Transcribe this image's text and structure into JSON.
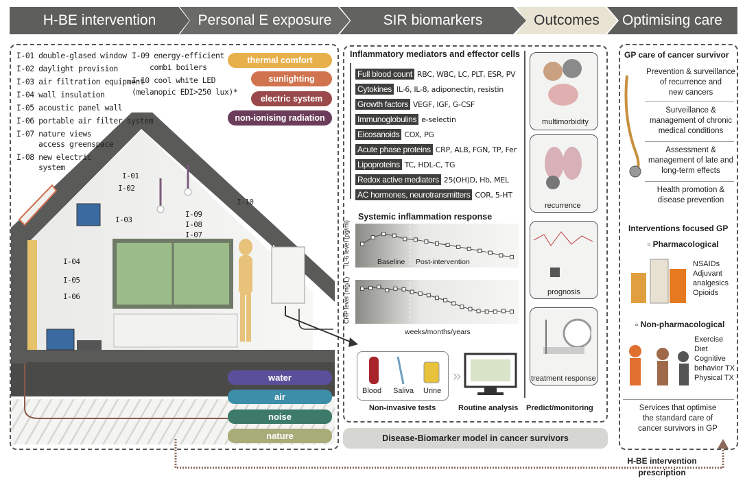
{
  "stages": [
    "H-BE intervention",
    "Personal E exposure",
    "SIR biomarkers",
    "Outcomes",
    "Optimising care"
  ],
  "interventions": {
    "left": [
      "I-01  double-glased window",
      "I-02  daylight provision",
      "I-03  air filtration equipment",
      "I-04  wall insulation",
      "I-05  acoustic panel wall",
      "I-06  portable air filter system",
      "I-07  nature views",
      "access greenspace",
      "I-08  new electric",
      "system"
    ],
    "right": [
      "I-09 energy-efficient",
      "combi boilers",
      "I-10  cool white LED",
      "(melanopic EDI>250 lux)*"
    ]
  },
  "exposure_pills": [
    "thermal comfort",
    "sunlighting",
    "electric system",
    "non-ionising radiation"
  ],
  "env_pills": [
    "water",
    "air",
    "noise",
    "nature"
  ],
  "house_labels": [
    "I-01",
    "I-02",
    "I-03",
    "I-04",
    "I-05",
    "I-06",
    "I-07",
    "I-08",
    "I-09",
    "I-10"
  ],
  "biomarkers": {
    "title": "Inflammatory mediators and effector cells",
    "rows": [
      {
        "cat": "Full blood count",
        "items": "RBC, WBC, LC, PLT, ESR, PV"
      },
      {
        "cat": "Cytokines",
        "items": "IL-6, IL-8, adiponectin, resistin"
      },
      {
        "cat": "Growth factors",
        "items": "VEGF, IGF, G-CSF"
      },
      {
        "cat": "Immunoglobulins",
        "items": "e-selectin"
      },
      {
        "cat": "Eicosanoids",
        "items": "COX, PG"
      },
      {
        "cat": "Acute phase proteins",
        "items": "CRP, ALB, FGN, TP, Fer"
      },
      {
        "cat": "Lipoproteins",
        "items": "TC, HDL-C, TG"
      },
      {
        "cat": "Redox active mediators",
        "items": "25(OH)D, Hb, MEL"
      },
      {
        "cat": "AC hormones, neurotransmitters",
        "items": "COR, 5-HT"
      }
    ]
  },
  "response": {
    "title": "Systemic inflammation response",
    "il6_ylabel": "IL-6 level (pg/ml)",
    "crp_ylabel": "CRP level (mg/L)",
    "baseline": "Baseline",
    "post": "Post-intervention",
    "xlabel": "weeks/months/years"
  },
  "chart_data": [
    {
      "type": "line",
      "title": "",
      "ylabel": "IL-6 level (pg/ml)",
      "x": [
        1,
        2,
        3,
        4,
        5,
        6,
        7,
        8,
        9,
        10,
        11,
        12,
        13,
        14,
        15
      ],
      "values": [
        0.55,
        0.75,
        0.85,
        0.8,
        0.7,
        0.68,
        0.62,
        0.56,
        0.52,
        0.46,
        0.4,
        0.34,
        0.28,
        0.2,
        0.15
      ]
    },
    {
      "type": "line",
      "title": "",
      "ylabel": "CRP level (mg/L)",
      "xlabel": "weeks/months/years",
      "x": [
        1,
        2,
        3,
        4,
        5,
        6,
        7,
        8,
        9,
        10,
        11,
        12,
        13,
        14,
        15,
        16,
        17,
        18,
        19
      ],
      "values": [
        0.9,
        0.92,
        0.95,
        0.85,
        0.9,
        0.88,
        0.8,
        0.75,
        0.7,
        0.62,
        0.55,
        0.45,
        0.35,
        0.28,
        0.22,
        0.2,
        0.2,
        0.22,
        0.2
      ]
    }
  ],
  "tests": {
    "samples": [
      "Blood",
      "Saliva",
      "Urine"
    ],
    "noninvasive": "Non-invasive tests",
    "routine": "Routine analysis",
    "predict": "Predict/monitoring"
  },
  "model_label": "Disease-Biomarker model in cancer survivors",
  "outcomes": [
    "multimorbidity",
    "recurrence",
    "prognosis",
    "treatment response"
  ],
  "gp": {
    "title": "GP care of cancer survivor",
    "items": [
      [
        "Prevention & surveillance",
        "of recurrence and",
        "new cancers"
      ],
      [
        "Surveillance &",
        "management of chronic",
        "medical conditions"
      ],
      [
        "Assessment &",
        "management of late and",
        "long-term effects"
      ],
      [
        "Health promotion &",
        "disease prevention"
      ]
    ],
    "focused": "Interventions focused GP",
    "pharma": "Pharmacological",
    "pharma_items": [
      "NSAIDs",
      "Adjuvant",
      "analgesics",
      "Opioids"
    ],
    "nonpharma": "Non-pharmacological",
    "nonpharma_items": [
      "Exercise",
      "Diet",
      "Cognitive",
      "behavior TX",
      "Physical TX"
    ],
    "services": [
      "Services that optimise",
      "the standard care of",
      "cancer survivors in GP"
    ]
  },
  "prescription": [
    "H-BE intervention",
    "prescription"
  ],
  "colors": {
    "banner": "#5e5e5a",
    "outcomes_tab": "#e9e3d4",
    "thermal": "#e8b04a",
    "sunlighting": "#d0734f",
    "electric": "#9a4a4a",
    "radiation": "#6b3d5a",
    "water": "#5a4f9a",
    "air": "#3d8ea8",
    "noise": "#3e7a6a",
    "nature": "#a7ac78"
  }
}
